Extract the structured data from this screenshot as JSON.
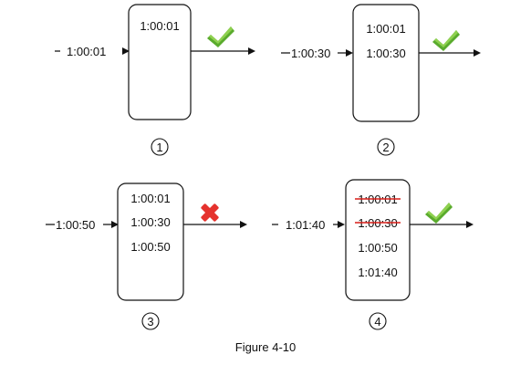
{
  "colors": {
    "ink": "#111111",
    "check": "#5aab2d",
    "check_light": "#8fd14f",
    "cross": "#e5322d",
    "strike": "#d91e18"
  },
  "panels": [
    {
      "number": "1",
      "incoming": "1:00:01",
      "entries": [
        {
          "text": "1:00:01",
          "struck": false
        }
      ],
      "result": "accepted",
      "result_icon": "check-icon"
    },
    {
      "number": "2",
      "incoming": "1:00:30",
      "entries": [
        {
          "text": "1:00:01",
          "struck": false
        },
        {
          "text": "1:00:30",
          "struck": false
        }
      ],
      "result": "accepted",
      "result_icon": "check-icon"
    },
    {
      "number": "3",
      "incoming": "1:00:50",
      "entries": [
        {
          "text": "1:00:01",
          "struck": false
        },
        {
          "text": "1:00:30",
          "struck": false
        },
        {
          "text": "1:00:50",
          "struck": false
        }
      ],
      "result": "rejected",
      "result_icon": "cross-icon"
    },
    {
      "number": "4",
      "incoming": "1:01:40",
      "entries": [
        {
          "text": "1:00:01",
          "struck": true
        },
        {
          "text": "1:00:30",
          "struck": true
        },
        {
          "text": "1:00:50",
          "struck": false
        },
        {
          "text": "1:01:40",
          "struck": false
        }
      ],
      "result": "accepted",
      "result_icon": "check-icon"
    }
  ],
  "caption": "Figure 4-10"
}
